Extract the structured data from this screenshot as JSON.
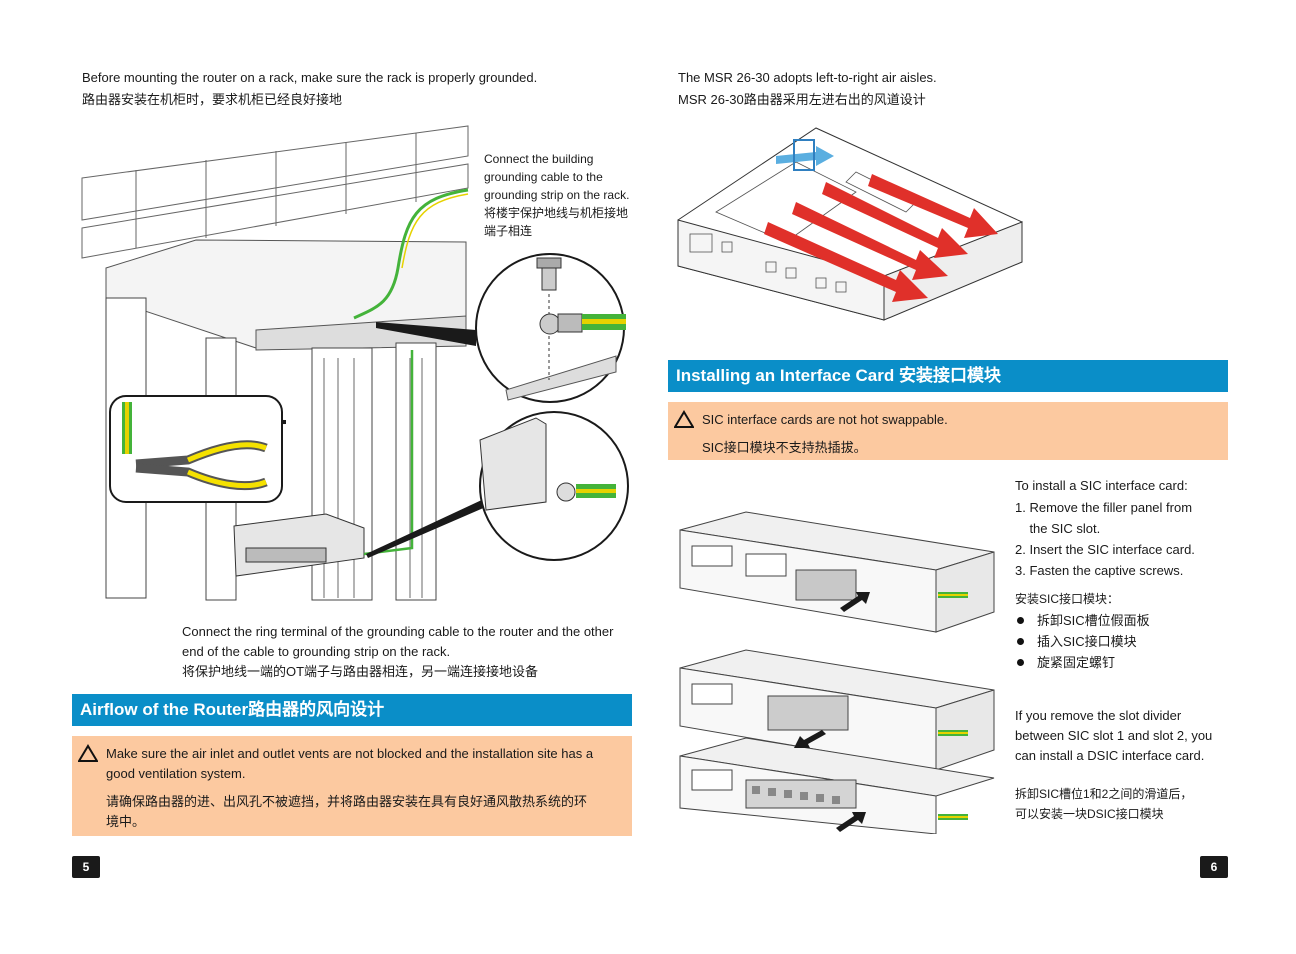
{
  "left": {
    "intro_en": "Before mounting the router on a rack, make sure the rack is properly grounded.",
    "intro_zh": "路由器安装在机柜时，要求机柜已经良好接地",
    "callout_building": "Connect the building\ngrounding cable to the\ngrounding strip on the rack.\n将楼宇保护地线与机柜接地\n端子相连",
    "caption_ring": "Connect the ring terminal of the grounding cable to the router and the other\nend of the cable to grounding strip on the rack.\n将保护地线一端的OT端子与路由器相连，另一端连接接地设备",
    "airflow_header": "Airflow of the Router路由器的风向设计",
    "airflow_note_en": "Make sure the air inlet and outlet vents are not blocked and the installation site has a\ngood ventilation system.",
    "airflow_note_zh": "请确保路由器的进、出风孔不被遮挡，并将路由器安装在具有良好通风散热系统的环\n境中。",
    "page_number": "5"
  },
  "right": {
    "air_en": "The MSR 26-30 adopts left-to-right air aisles.",
    "air_zh": "MSR 26-30路由器采用左进右出的风道设计",
    "install_header": "Installing an Interface Card 安装接口模块",
    "install_note_en": "SIC interface cards are not hot swappable.",
    "install_note_zh": "SIC接口模块不支持热插拔。",
    "steps_title": "To install a SIC interface card:",
    "steps": [
      "1. Remove the filler panel from\n    the SIC slot.",
      "2. Insert the SIC interface card.",
      "3. Fasten the captive screws."
    ],
    "steps_zh_title": "安装SIC接口模块：",
    "steps_zh": [
      "拆卸SIC槽位假面板",
      "插入SIC接口模块",
      "旋紧固定螺钉"
    ],
    "dsic_en": "If you remove the slot divider\nbetween SIC slot 1 and slot 2, you\ncan install a DSIC interface card.",
    "dsic_zh": "拆卸SIC槽位1和2之间的滑道后，\n可以安装一块DSIC接口模块",
    "page_number": "6"
  },
  "colors": {
    "header_blue": "#0a8ec8",
    "note_orange": "#fcc9a0",
    "airflow_red": "#e0302a",
    "ground_green": "#44b33a",
    "ground_yellow": "#e6d200"
  },
  "icons": [
    "warning-triangle-icon",
    "pliers-icon",
    "screw-icon",
    "ring-terminal-icon",
    "arrow-icon"
  ]
}
